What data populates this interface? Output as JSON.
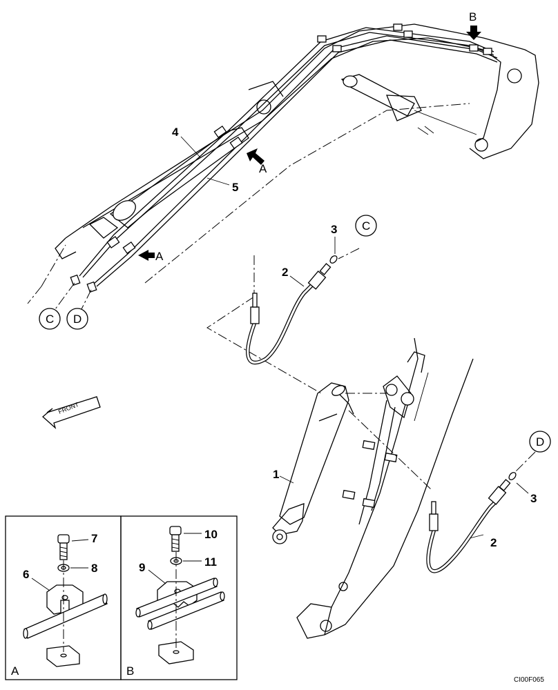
{
  "callouts": {
    "n1": "1",
    "n2a": "2",
    "n2b": "2",
    "n3a": "3",
    "n3b": "3",
    "n4": "4",
    "n5": "5",
    "n6": "6",
    "n7": "7",
    "n8": "8",
    "n9": "9",
    "n10": "10",
    "n11": "11"
  },
  "arrows": {
    "a1": "A",
    "a2": "A",
    "b": "B"
  },
  "circles": {
    "c_top": "C",
    "d_right": "D",
    "c_left": "C",
    "d_left": "D"
  },
  "front_label": "FRONT",
  "detail_a_label": "A",
  "detail_b_label": "B",
  "drawing_code": "CI00F065"
}
